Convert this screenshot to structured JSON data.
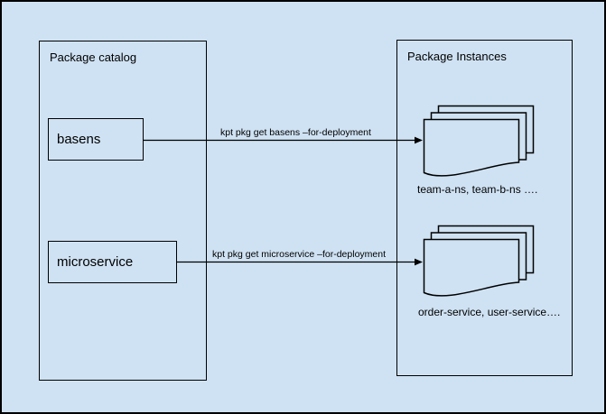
{
  "colors": {
    "background": "#cfe2f3",
    "stroke": "#000000"
  },
  "catalog": {
    "title": "Package catalog",
    "packages": [
      {
        "label": "basens"
      },
      {
        "label": "microservice"
      }
    ]
  },
  "instances": {
    "title": "Package Instances",
    "stacks": [
      {
        "icon": "document-stack-icon",
        "caption": "team-a-ns, team-b-ns …."
      },
      {
        "icon": "document-stack-icon",
        "caption": "order-service, user-service…."
      }
    ]
  },
  "arrows": [
    {
      "label": "kpt pkg get basens –for-deployment"
    },
    {
      "label": "kpt pkg get microservice –for-deployment"
    }
  ]
}
